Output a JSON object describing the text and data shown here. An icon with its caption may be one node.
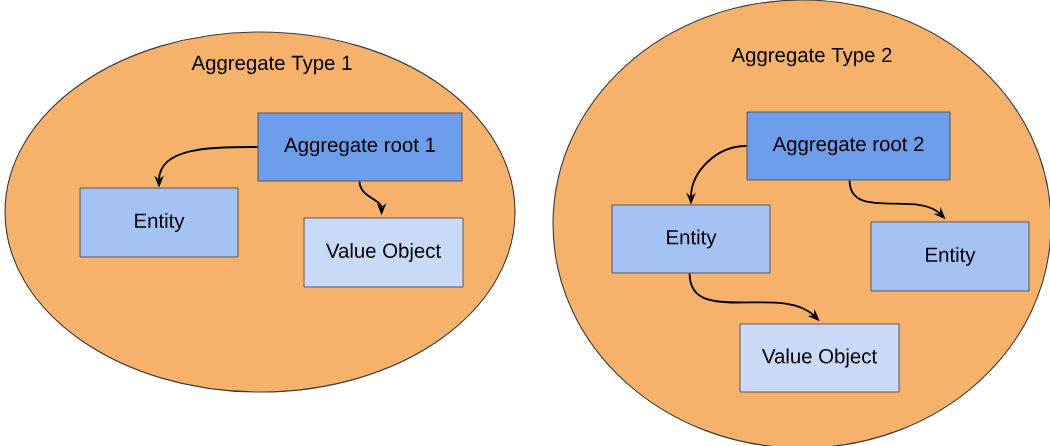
{
  "diagram": {
    "nodes": [
      {
        "text": [
          "Aggregate Type 1"
        ]
      },
      {
        "text": [
          "Aggregate root 1"
        ],
        "in": 0
      },
      {
        "text": [
          "Entity"
        ],
        "in": 0
      },
      {
        "text": [
          "Value Object"
        ],
        "in": 0
      },
      {
        "text": [
          "Aggregate Type 2"
        ]
      },
      {
        "text": [
          "Aggregate root 2"
        ],
        "in": 4
      },
      {
        "text": [
          "Entity"
        ],
        "in": 4
      },
      {
        "text": [
          "Entity"
        ],
        "in": 4
      },
      {
        "text": [
          "Value Object"
        ],
        "in": 4
      }
    ],
    "edges": [
      {
        "from": 1,
        "to": 2,
        "arrow": "to"
      },
      {
        "from": 1,
        "to": 3,
        "arrow": "to"
      },
      {
        "from": 5,
        "to": 6,
        "arrow": "to"
      },
      {
        "from": 5,
        "to": 7,
        "arrow": "to"
      },
      {
        "from": 6,
        "to": 8,
        "arrow": "to"
      }
    ]
  }
}
